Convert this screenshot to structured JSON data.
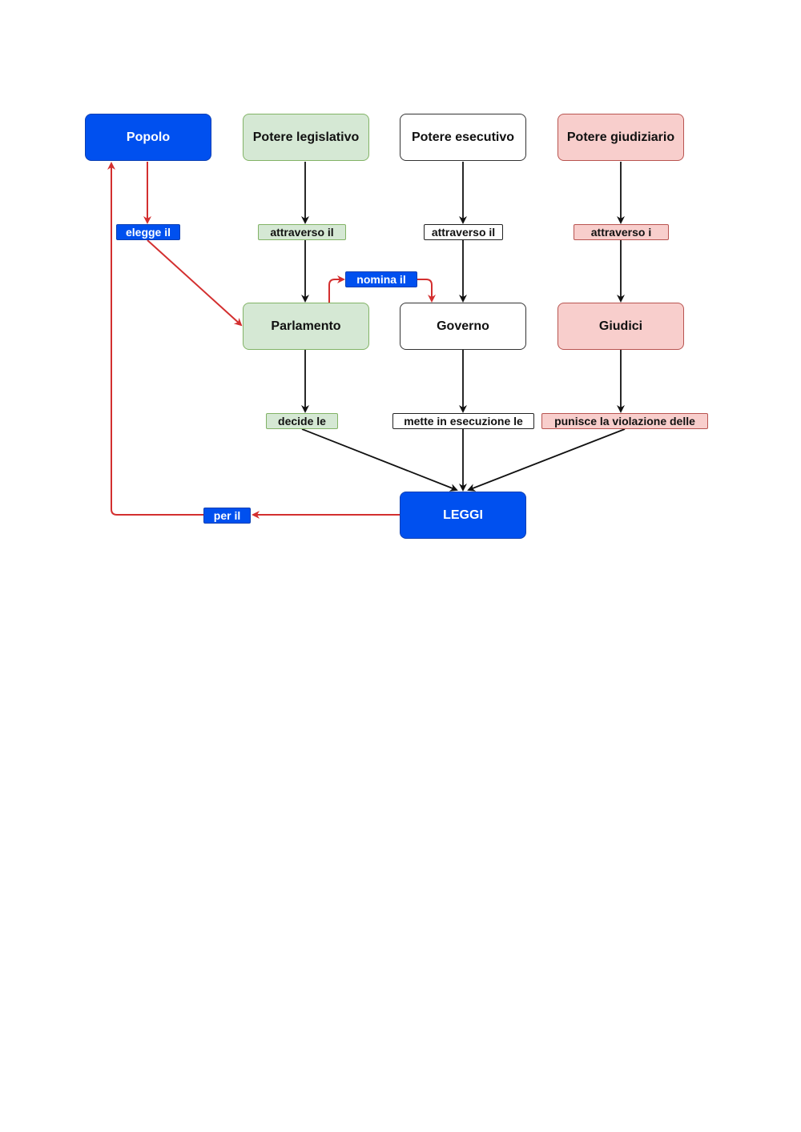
{
  "nodes": {
    "popolo": "Popolo",
    "legislativo": "Potere legislativo",
    "esecutivo": "Potere esecutivo",
    "giudiziario": "Potere giudiziario",
    "parlamento": "Parlamento",
    "governo": "Governo",
    "giudici": "Giudici",
    "leggi": "LEGGI"
  },
  "labels": {
    "elegge": "elegge il",
    "attraverso_leg": "attraverso il",
    "attraverso_ese": "attraverso il",
    "attraverso_giu": "attraverso i",
    "nomina": "nomina il",
    "decide": "decide le",
    "mette": "mette in esecuzione le",
    "punisce": "punisce la violazione delle",
    "per": "per il"
  },
  "colors": {
    "blue": "#0050ef",
    "green": "#d5e8d4",
    "red_fill": "#f8cecc",
    "red_arrow": "#d32f2f",
    "black_arrow": "#111111"
  }
}
